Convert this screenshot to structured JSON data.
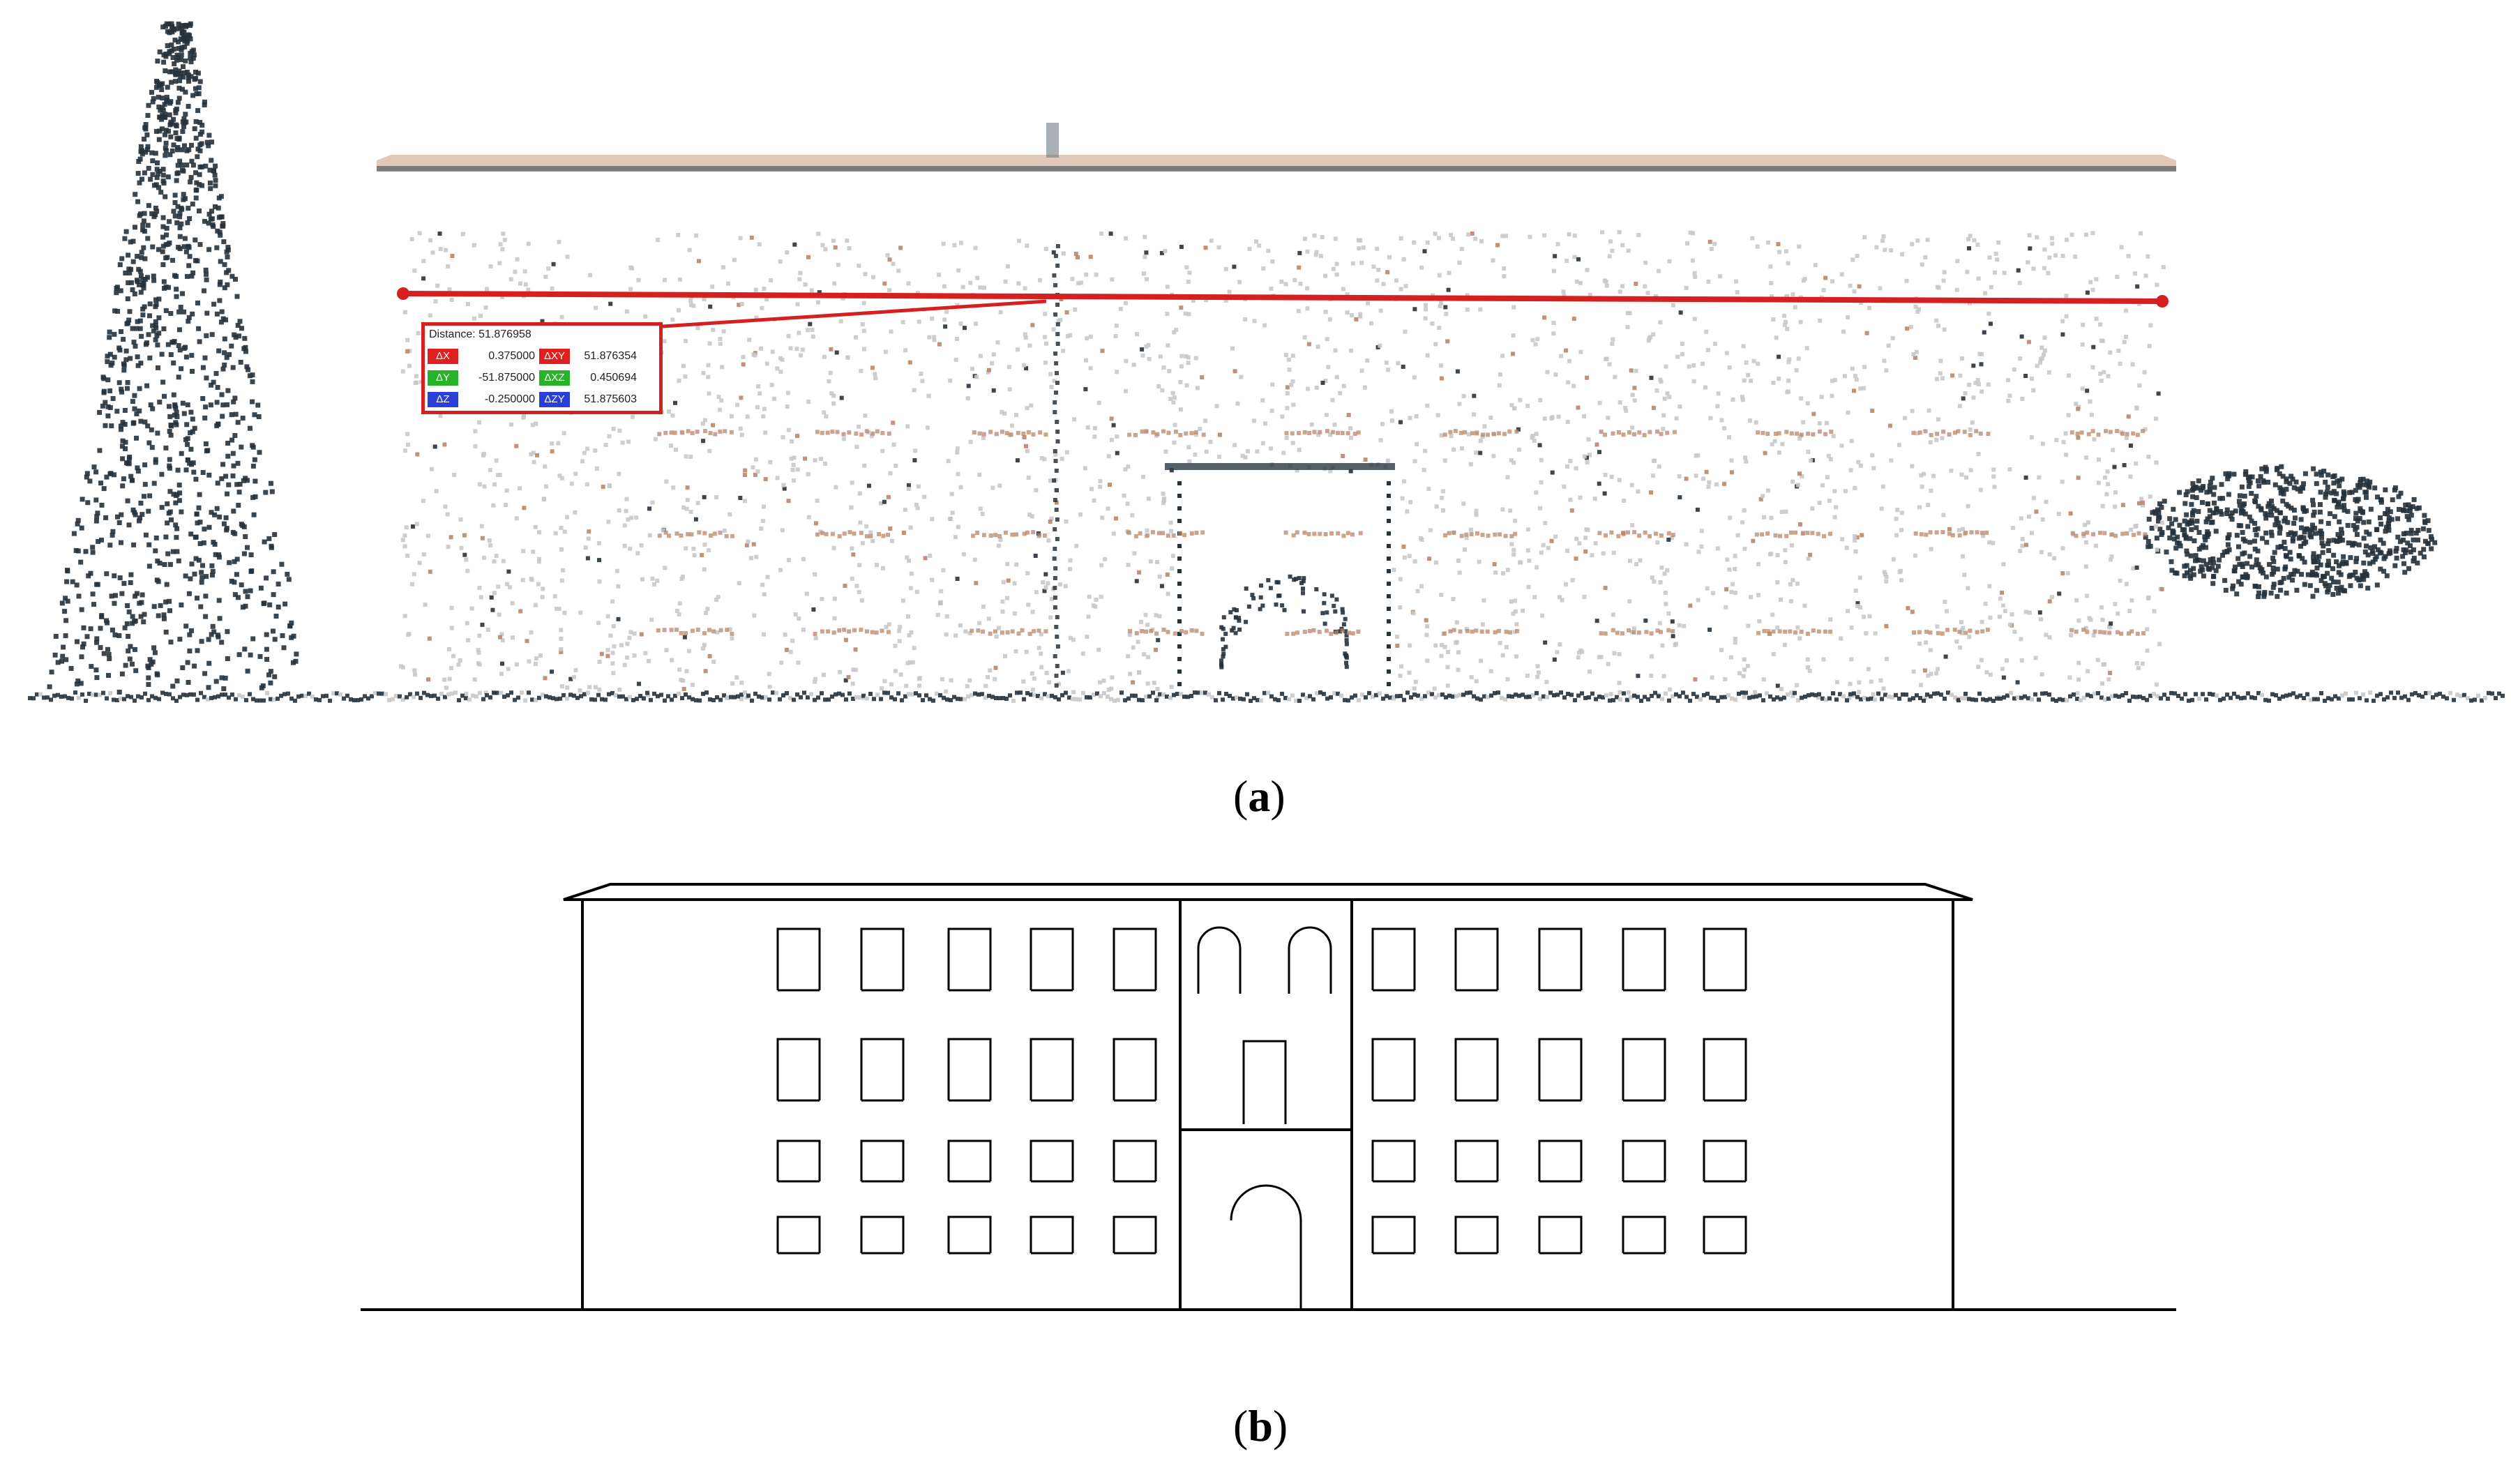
{
  "captions": {
    "a": "a",
    "b": "b"
  },
  "measurement": {
    "distance_label": "Distance: 51.876958",
    "rows": [
      {
        "left_label": "ΔX",
        "left_value": "0.375000",
        "right_label": "ΔXY",
        "right_value": "51.876354"
      },
      {
        "left_label": "ΔY",
        "left_value": "-51.875000",
        "right_label": "ΔXZ",
        "right_value": "0.450694"
      },
      {
        "left_label": "ΔZ",
        "left_value": "-0.250000",
        "right_label": "ΔZY",
        "right_value": "51.875603"
      }
    ]
  },
  "colors": {
    "measure_line": "#d42020",
    "roof": "#b8866a",
    "dots_light": "#c9c9c9",
    "dots_dark": "#26323c",
    "drawing_line": "#000000"
  }
}
